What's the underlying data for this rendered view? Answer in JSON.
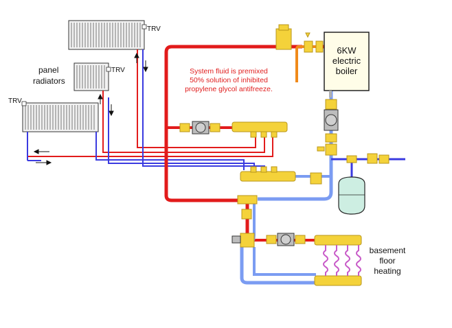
{
  "labels": {
    "panel_radiators_line1": "panel",
    "panel_radiators_line2": "radiators",
    "trv_top": "TRV",
    "trv_mid": "TRV",
    "trv_left": "TRV",
    "boiler_line1": "6KW",
    "boiler_line2": "electric",
    "boiler_line3": "boiler",
    "basement_line1": "basement",
    "basement_line2": "floor",
    "basement_line3": "heating"
  },
  "note": {
    "line1": "System fluid is premixed",
    "line2": "50% solution of  inhibited",
    "line3": "propylene glycol antifreeze."
  },
  "colors": {
    "supply": "#e21b1b",
    "return": "#3a3ae0",
    "return_light": "#7b9cf2",
    "brass": "#f4d23a",
    "brass_dark": "#b8961a",
    "tank": "#cdeee2",
    "relief": "#f08a1a",
    "floor_loop": "#c85ac8"
  }
}
